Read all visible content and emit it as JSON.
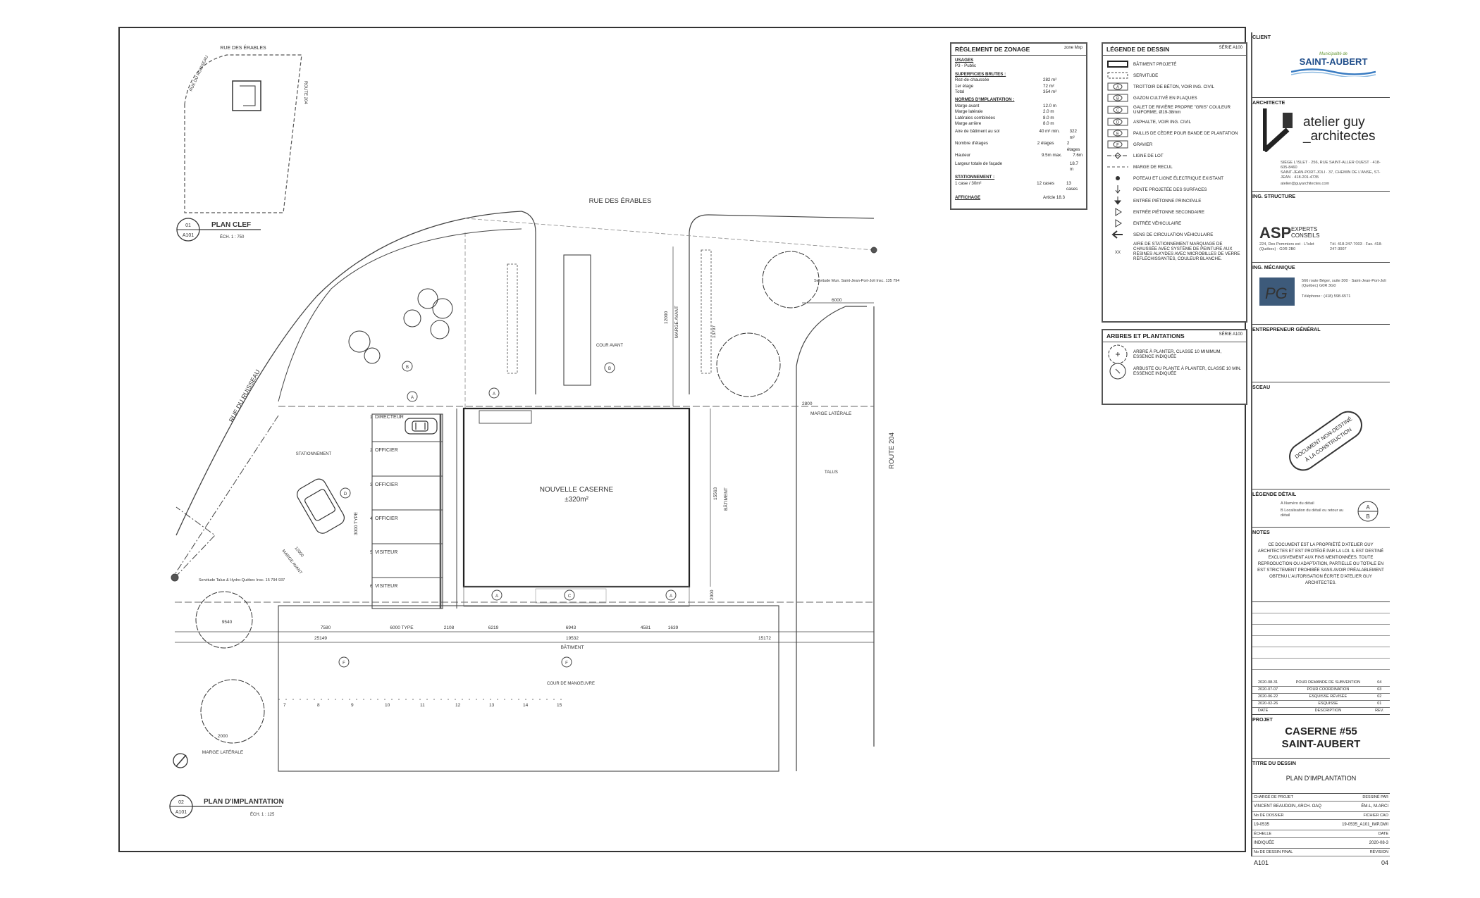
{
  "key_plan": {
    "street_top": "RUE DES ÉRABLES",
    "street_left": "RUE DU RUISSEAU",
    "street_right": "ROUTE 204",
    "tag_num": "01",
    "tag_sheet": "A101",
    "title": "PLAN CLEF",
    "scale": "ÉCH. 1 : 750"
  },
  "site_plan": {
    "street_top": "RUE DES ÉRABLES",
    "street_left": "RUE DU RUISSEAU",
    "street_right": "ROUTE 204",
    "building_label": "NOUVELLE CASERNE",
    "building_area": "±320m²",
    "parking_label": "STATIONNEMENT",
    "stalls": [
      {
        "num": "1",
        "label": "DIRECTEUR"
      },
      {
        "num": "2",
        "label": "OFFICIER"
      },
      {
        "num": "3",
        "label": "OFFICIER"
      },
      {
        "num": "4",
        "label": "OFFICIER"
      },
      {
        "num": "5",
        "label": "VISITEUR"
      },
      {
        "num": "6",
        "label": "VISITEUR"
      }
    ],
    "cour_avant": "COUR AVANT",
    "cour_manoeuvre": "COUR DE MANOEUVRE",
    "marge_avant": "MARGE AVANT",
    "marge_avant_dim": "12000",
    "marge_avant_diag": "MARGE AVANT",
    "marge_avant_diag_dim": "12000",
    "marge_laterale": "MARGE LATÉRALE",
    "marge_laterale_dim": "2800",
    "marge_laterale_left": "MARGE LATÉRALE",
    "marge_laterale_left_dim": "2000",
    "batiment_label": "BÂTIMENT",
    "batiment_dim": "15563",
    "batiment_bottom": "BÂTIMENT",
    "dim_13797": "13797",
    "dim_6000": "6000",
    "dim_2000": "2000",
    "dim_9540": "9540",
    "dim_3000_type": "3000 TYPE",
    "talus": "TALUS",
    "servitude_right": "Servitude Mun. Saint-Jean-Port-Joli Insc. 135 794",
    "servitude_left": "Servitude Talus & Hydro-Québec Insc. 15 794 937",
    "bottom_dims": [
      "7580",
      "6000 TYPE",
      "2108",
      "6219",
      "6943",
      "4581",
      "1639"
    ],
    "dim_25149": "25149",
    "dim_19532": "19532",
    "dim_15172": "15172",
    "door_numbers": [
      "7",
      "8",
      "9",
      "10",
      "11",
      "12",
      "13",
      "14",
      "15"
    ],
    "tag_num": "02",
    "tag_sheet": "A101",
    "title": "PLAN D'IMPLANTATION",
    "scale": "ÉCH. 1 : 125"
  },
  "zonage": {
    "title": "RÈGLEMENT DE ZONAGE",
    "zone": "zone Mxp",
    "usages_h": "USAGES",
    "usages": "P3 - Public",
    "superficies_h": "SUPERFICIES BRUTES :",
    "superficies": [
      {
        "k": "Rez-de-chaussée",
        "v": "282 m²"
      },
      {
        "k": "1er étage",
        "v": "72 m²"
      },
      {
        "k": "Total",
        "v": "354 m²"
      }
    ],
    "normes_h": "NORMES D'IMPLANTATION :",
    "normes": [
      {
        "k": "Marge avant",
        "v": "12.0 m",
        "v2": ""
      },
      {
        "k": "Marge latérale",
        "v": "2.0 m",
        "v2": ""
      },
      {
        "k": "Latérales combinées",
        "v": "8.0 m",
        "v2": ""
      },
      {
        "k": "Marge arrière",
        "v": "8.0 m",
        "v2": ""
      },
      {
        "k": "Aire de bâtiment au sol",
        "v": "40 m² min.",
        "v2": "322 m²"
      },
      {
        "k": "Nombre d'étages",
        "v": "2 étages",
        "v2": "2 étages"
      },
      {
        "k": "Hauteur",
        "v": "9.5m max.",
        "v2": "7.6m"
      },
      {
        "k": "Largeur totale de façade",
        "v": "",
        "v2": "18.7 m"
      }
    ],
    "stationnement_h": "STATIONNEMENT :",
    "stationnement": [
      {
        "k": "1 case / 30m²",
        "v": "12 cases",
        "v2": "13 cases"
      }
    ],
    "affichage_h": "AFFICHAGE",
    "affichage": "Article 18.3"
  },
  "legende": {
    "title": "LÉGENDE DE DESSIN",
    "serie": "SÉRIE A100",
    "items": [
      "BÂTIMENT PROJETÉ",
      "SERVITUDE",
      "TROTTOIR DE BÉTON, VOIR ING. CIVIL",
      "GAZON CULTIVÉ EN PLAQUES",
      "GALET DE RIVIÈRE PROPRE \"GRIS\" COULEUR UNIFORME, Ø19-38mm",
      "ASPHALTE, VOIR ING. CIVIL",
      "PAILLIS DE CÈDRE POUR BANDE DE PLANTATION",
      "GRAVIER",
      "LIGNE DE LOT",
      "MARGE DE RECUL",
      "POTEAU ET LIGNE ÉLECTRIQUE EXISTANT",
      "PENTE PROJETÉE DES SURFACES",
      "ENTRÉE PIÉTONNE PRINCIPALE",
      "ENTRÉE PIÉTONNE SECONDAIRE",
      "ENTRÉE VÉHICULAIRE",
      "SENS DE CIRCULATION VÉHICULAIRE",
      "AIRE DE STATIONNEMENT MARQUAGE DE CHAUSSÉE AVEC SYSTÈME DE PEINTURE AUX RÉSINES ALKYDES AVEC MICROBILLES DE VERRE RÉFLÉCHISSANTES, COULEUR BLANCHE."
    ],
    "sym_letters": [
      "",
      "",
      "A",
      "B",
      "C",
      "D",
      "E",
      "F",
      "",
      "",
      "",
      "",
      "",
      "",
      "",
      "",
      "XX"
    ]
  },
  "arbres": {
    "title": "ARBRES ET PLANTATIONS",
    "serie": "SÉRIE A100",
    "items": [
      "ARBRE À PLANTER, CLASSE 10 MINIMUM, ESSENCE INDIQUÉE",
      "ARBUSTE OU PLANTE À PLANTER, CLASSE 10 MIN. ESSENCE INDIQUÉE"
    ]
  },
  "titleblock": {
    "client_h": "CLIENT",
    "client_logo_top": "Municipalité de",
    "client_logo": "SAINT-AUBERT",
    "architecte_h": "ARCHITECTE",
    "arch_name1": "atelier guy",
    "arch_name2": "_architectes",
    "arch_addr1": "SIÈGE L'ISLET · 256, RUE SAINT-ALLER OUEST · 418-605-8460",
    "arch_addr2": "SAINT-JEAN-PORT-JOLI · 37, CHEMIN DE L'ANSE, ST-JEAN · 418-201-4735",
    "arch_mail": "atelier@guyarchitectes.com",
    "ing_structure_h": "ING. STRUCTURE",
    "asp_name": "ASP",
    "asp_sub1": "EXPERTS",
    "asp_sub2": "CONSEILS",
    "asp_addr": "224, Des Pommiers est · L'Islet (Québec) · G0R 2B0",
    "asp_tel": "Tél. 418-247-7003 · Fax. 418-247-3007",
    "ing_meca_h": "ING. MÉCANIQUE",
    "meca_addr": "566 route Béger, suite 300 · Saint-Jean-Port-Joli (Québec) G0R 3G0",
    "meca_tel": "Téléphone : (418) 598-6571",
    "entrepreneur_h": "ENTREPRENEUR GÉNÉRAL",
    "sceau_h": "SCEAU",
    "stamp_line1": "DOCUMENT NON-DESTINÉ",
    "stamp_line2": "À LA CONSTRUCTION",
    "legende_detail_h": "LÉGENDE DÉTAIL",
    "detail_a": "A  Numéro du détail",
    "detail_b": "B  Localisation du détail ou retour au détail",
    "notes_h": "NOTES",
    "notes": "CE DOCUMENT EST LA PROPRIÉTÉ D'ATELIER GUY ARCHITECTES ET EST PROTÉGÉ PAR LA LOI. IL EST DESTINÉ EXCLUSIVEMENT AUX FINS MENTIONNÉES. TOUTE REPRODUCTION OU ADAPTATION, PARTIELLE OU TOTALE EN EST STRICTEMENT PROHIBÉE SANS AVOIR PRÉALABLEMENT OBTENU L'AUTORISATION ÉCRITE D'ATELIER GUY ARCHITECTES.",
    "revisions": [
      {
        "date": "2020-08-31",
        "desc": "POUR DEMANDE DE SUBVENTION",
        "rev": "04"
      },
      {
        "date": "2020-07-07",
        "desc": "POUR COORDINATION",
        "rev": "03"
      },
      {
        "date": "2020-06-22",
        "desc": "ESQUISSE RÉVISÉE",
        "rev": "02"
      },
      {
        "date": "2020-02-26",
        "desc": "ESQUISSE",
        "rev": "01"
      },
      {
        "date": "DATE",
        "desc": "DESCRIPTION",
        "rev": "REV."
      }
    ],
    "projet_h": "PROJET",
    "projet1": "CASERNE #55",
    "projet2": "SAINT-AUBERT",
    "titre_h": "TITRE DU DESSIN",
    "titre": "PLAN D'IMPLANTATION",
    "charge_h": "CHARGÉ DE PROJET",
    "dessine_h": "DESSINÉ PAR",
    "charge": "VINCENT BEAUDOIN, ARCH. OAQ",
    "dessine": "ÉM-L, M.ARCI",
    "numero_h": "No DE DOSSIER",
    "fichier_h": "FICHIER CAO",
    "numero": "19-0535",
    "fichier": "19-0535_A101_IMP.DWI",
    "echelle_h": "ÉCHELLE",
    "date_h": "DATE",
    "indiquee": "INDIQUÉE",
    "date": "2020-08-3",
    "feuille_h": "No DE DESSIN FINAL",
    "revision_h": "RÉVISION",
    "feuille": "A101",
    "revision": "04"
  }
}
